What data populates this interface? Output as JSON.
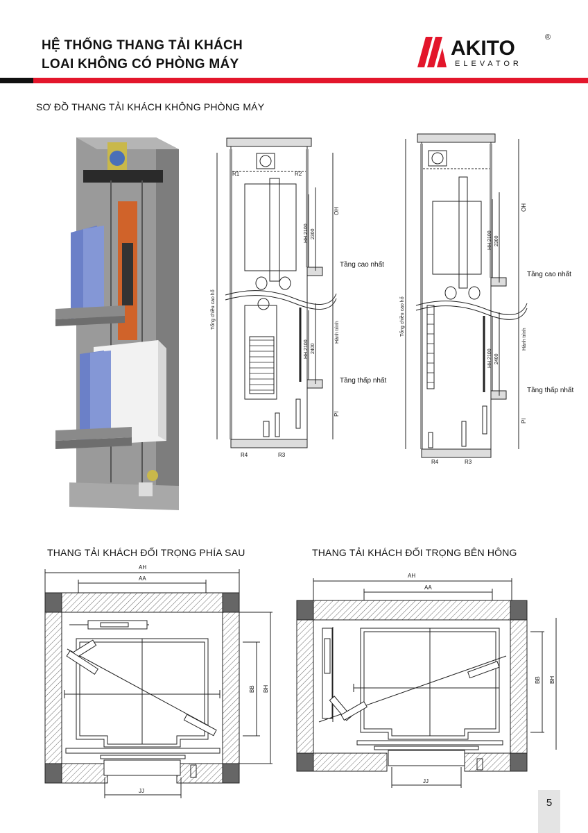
{
  "header": {
    "title_line1": "HỆ THỐNG THANG TẢI KHÁCH",
    "title_line2": "LOAI KHÔNG CÓ PHÒNG MÁY",
    "brand": "AKITO",
    "brand_sub": "ELEVATOR",
    "registered": "®",
    "accent_color": "#e3162b"
  },
  "section_title": "SƠ ĐỒ THANG TẢI KHÁCH KHÔNG PHÒNG MÁY",
  "elevation": {
    "labels": {
      "r1": "R1",
      "r2": "R2",
      "r3": "R3",
      "r4": "R4",
      "oh": "OH",
      "pi": "PI",
      "hh": "HH 2100",
      "h2300": "2300",
      "h2400": "2400",
      "top_floor": "Tầng cao nhất",
      "bottom_floor": "Tầng thấp nhất",
      "travel": "Hành trình",
      "total_height": "Tổng chiều cao hố"
    }
  },
  "plans": {
    "left_caption": "THANG TẢI KHÁCH ĐỐI TRỌNG PHÍA SAU",
    "right_caption": "THANG TẢI KHÁCH ĐỐI TRỌNG BÊN HÔNG",
    "labels": {
      "ah": "AH",
      "aa": "AA",
      "bb": "BB",
      "bh": "BH",
      "jj": "JJ"
    }
  },
  "page_number": "5"
}
